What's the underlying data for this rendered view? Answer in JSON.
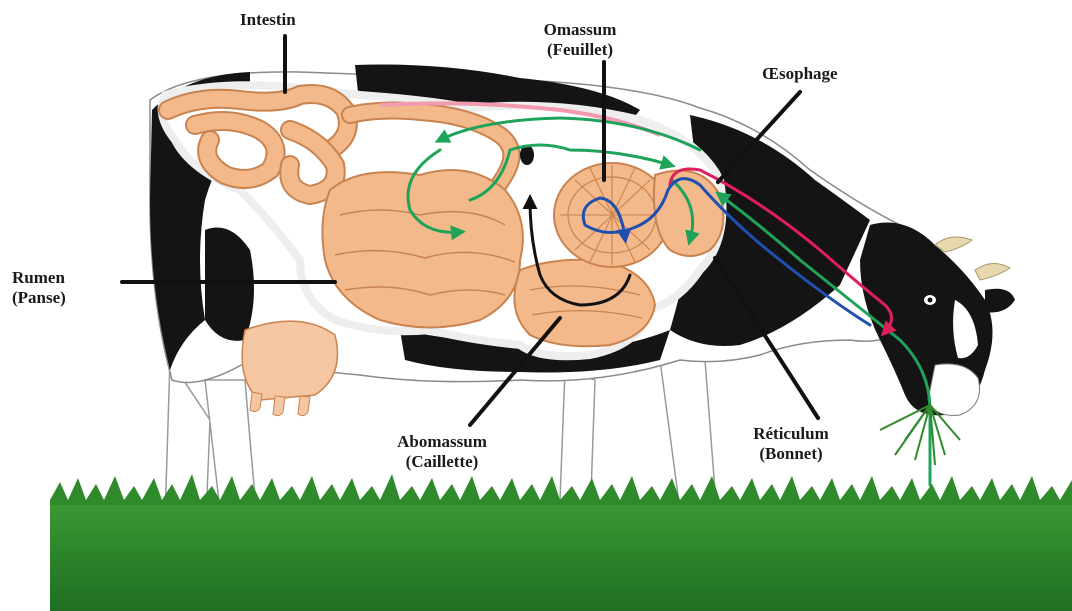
{
  "labels": {
    "intestin": "Intestin",
    "omassum": "Omassum",
    "omassum_alt": "(Feuillet)",
    "oesophage": "Œsophage",
    "rumen": "Rumen",
    "rumen_alt": "(Panse)",
    "abomassum": "Abomassum",
    "abomassum_alt": "(Caillette)",
    "reticulum": "Réticulum",
    "reticulum_alt": "(Bonnet)"
  },
  "colors": {
    "organ": "#f3b98a",
    "organ_outline": "#c9834f",
    "flow_green": "#1fa35a",
    "flow_blue": "#1f4fb0",
    "flow_red": "#e01e5a",
    "flow_black": "#111111",
    "grass": "#2f8a2c",
    "cow_black": "#141414",
    "cow_white": "#ffffff"
  }
}
